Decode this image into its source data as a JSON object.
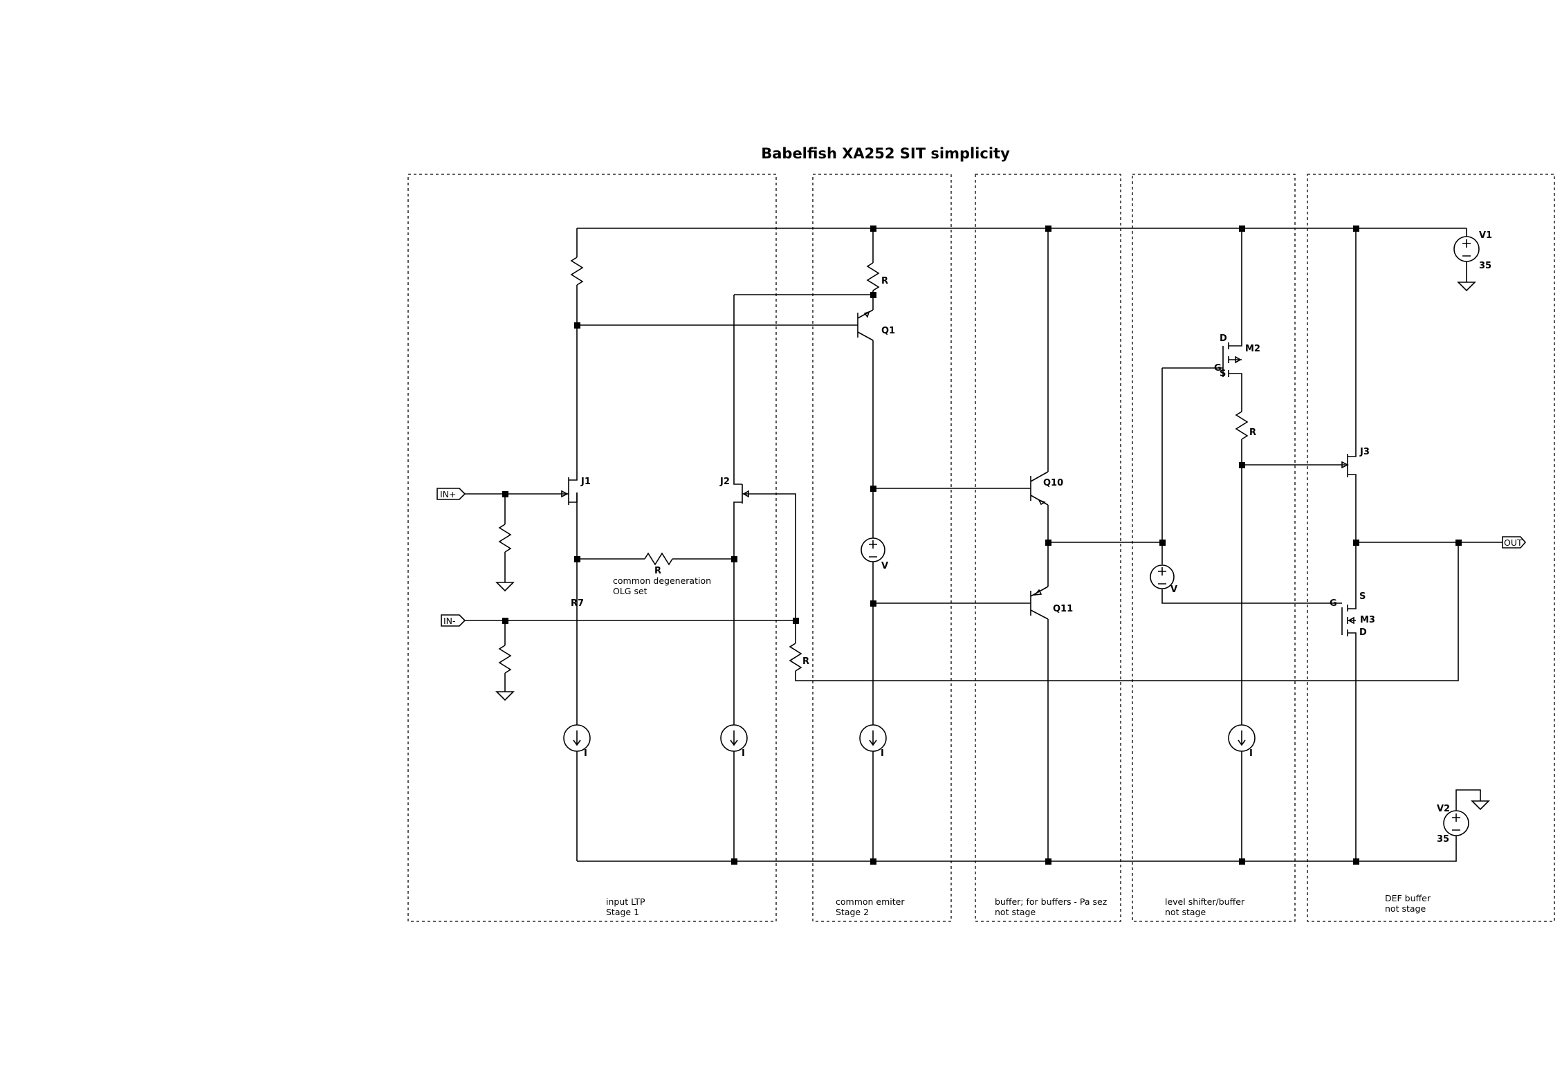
{
  "title": "Babelfish XA252 SIT simplicity",
  "blocks": {
    "input": [
      "input LTP",
      "Stage 1"
    ],
    "ce": [
      "common emiter",
      "Stage 2"
    ],
    "buffer": [
      "buffer; for buffers - Pa sez",
      "not stage"
    ],
    "shifter": [
      "level shifter/buffer",
      "not stage"
    ],
    "def": [
      "DEF buffer",
      "not stage"
    ]
  },
  "ports": {
    "in_plus": "IN+",
    "in_minus": "IN-",
    "out": "OUT"
  },
  "parts": {
    "J1": "J1",
    "J2": "J2",
    "J3": "J3",
    "Q1": "Q1",
    "Q10": "Q10",
    "Q11": "Q11",
    "M2": "M2",
    "M3": "M3",
    "V1": "V1",
    "V1_value": "35",
    "V2": "V2",
    "V2_value": "35",
    "R": "R",
    "R7": "R7",
    "V": "V",
    "I": "I",
    "D": "D",
    "G": "G",
    "S": "S"
  },
  "annotations": {
    "degeneration_1": "common degeneration",
    "degeneration_2": "OLG set"
  }
}
